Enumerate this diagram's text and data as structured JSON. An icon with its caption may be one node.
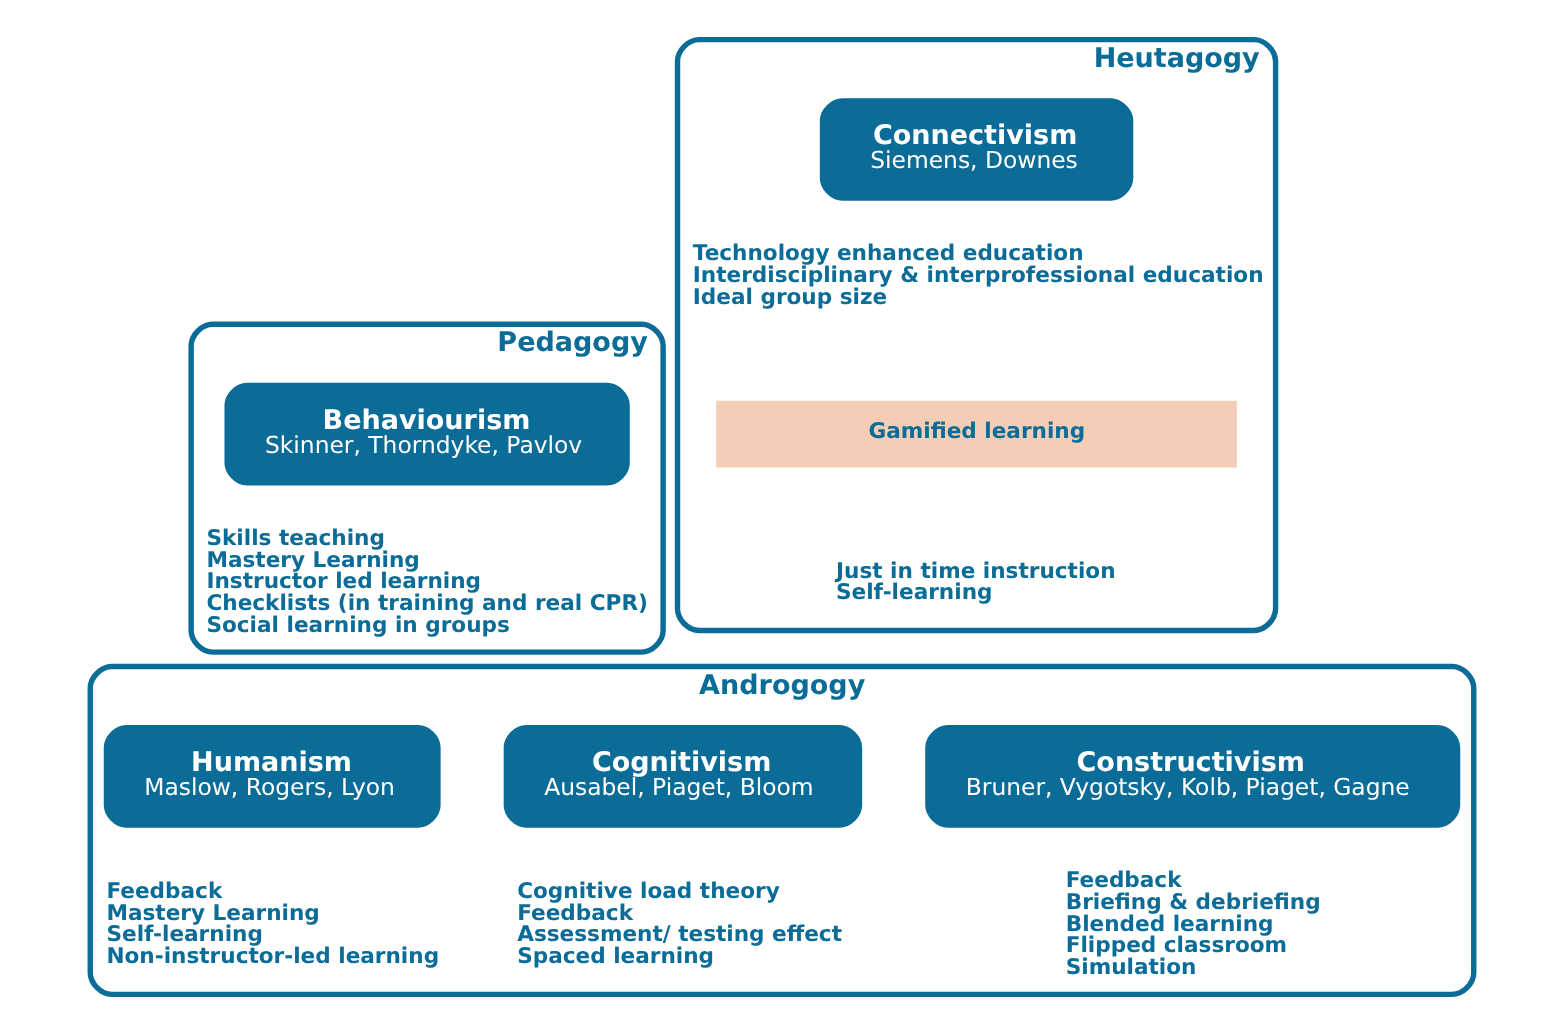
{
  "diagram": {
    "nodes": [
      {
        "text": [
          "Pedagogy"
        ]
      },
      {
        "text": [
          "Behaviourism",
          "Skinner, Thorndyke, Pavlov"
        ],
        "in": 0,
        "beside": [
          "Skills teaching",
          "Mastery Learning",
          "Instructor led learning",
          "Checklists (in training and real CPR)",
          "Social learning in groups"
        ]
      },
      {
        "text": [
          "Heutagogy"
        ]
      },
      {
        "text": [
          "Connectivism",
          "Siemens, Downes"
        ],
        "in": 2,
        "beside": [
          "Technology enhanced education",
          "Interdisciplinary & interprofessional education",
          "Ideal group size"
        ]
      },
      {
        "text": [
          "Gamified learning"
        ],
        "in": 2,
        "beside": [
          "Just in time instruction",
          "Self-learning"
        ]
      },
      {
        "text": [
          "Androgogy"
        ]
      },
      {
        "text": [
          "Constructivism",
          "Bruner, Vygotsky, Kolb, Piaget, Gagne"
        ],
        "in": 5,
        "beside": [
          "Feedback",
          "Briefing & debriefing",
          "Blended learning",
          "Flipped classroom",
          "Simulation"
        ]
      },
      {
        "text": [
          "Cognitivism",
          "Ausabel, Piaget, Bloom"
        ],
        "in": 5,
        "beside": [
          "Cognitive load theory",
          "Feedback",
          "Assessment/ testing effect",
          "Spaced learning"
        ]
      },
      {
        "text": [
          "Humanism",
          "Maslow, Rogers, Lyon"
        ],
        "in": 5,
        "beside": [
          "Feedback",
          "Mastery Learning",
          "Self-learning",
          "Non-instructor-led learning"
        ]
      }
    ]
  }
}
